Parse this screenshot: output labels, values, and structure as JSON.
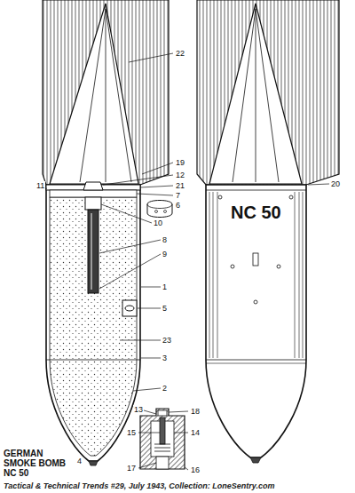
{
  "diagram": {
    "title": "GERMAN SMOKE BOMB NC 50",
    "caption": "Tactical & Technical Trends #29, July 1943, Collection: LoneSentry.com",
    "labels": [
      "22",
      "19",
      "12",
      "21",
      "7",
      "6",
      "10",
      "8",
      "9",
      "1",
      "5",
      "23",
      "3",
      "2",
      "4",
      "11",
      "20",
      "13",
      "18",
      "14",
      "15",
      "17",
      "16",
      "NC 50"
    ]
  }
}
